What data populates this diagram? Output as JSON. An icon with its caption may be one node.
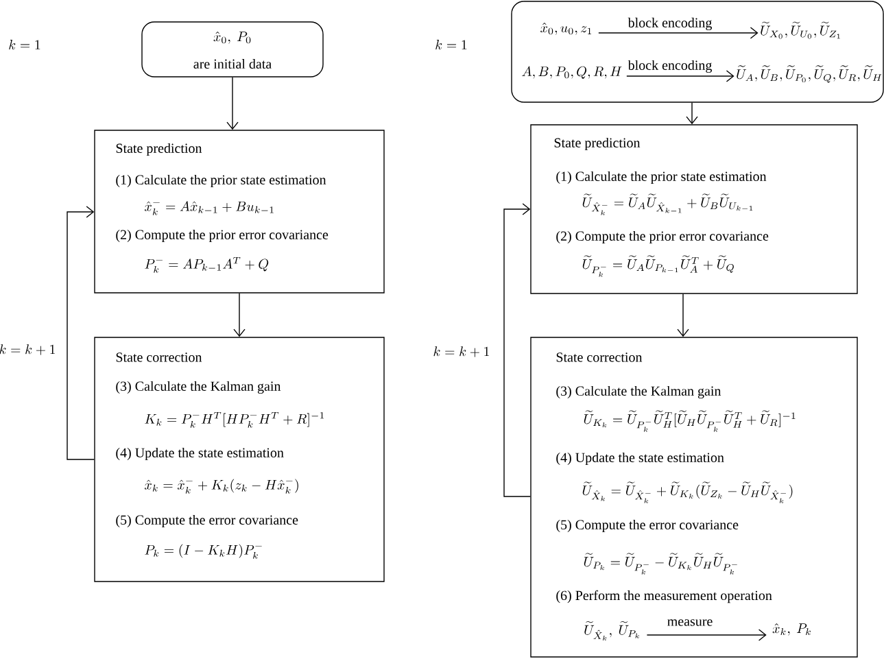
{
  "diagram": {
    "nodes": [
      {
        "text": [
          "\\hat{x}_0,\\ P_0",
          "are initial data"
        ]
      },
      {
        "text": [
          "State prediction",
          "(1) Calculate the prior state estimation",
          "\\hat{x}_k^- = A\\hat{x}_{k-1} + Bu_{k-1}",
          "(2) Compute the prior error covariance",
          "P_k^- = AP_{k-1}A^T + Q"
        ]
      },
      {
        "text": [
          "State correction",
          "(3) Calculate the Kalman gain",
          "K_k = P_k^- H^T[HP_k^- H^T + R]^{-1}",
          "(4) Update the state estimation",
          "\\hat{x}_k = \\hat{x}_k^- + K_k(z_k - H\\hat{x}_k^-)",
          "(5) Compute the error covariance",
          "P_k = (I - K_k H)P_k^-"
        ]
      },
      {
        "text": [],
        "shape": "box"
      },
      {
        "text": [
          "\\hat{x}_0, u_0, z_1"
        ],
        "in": 3
      },
      {
        "text": [
          "\\widetilde{U}_{X_0}, \\widetilde{U}_{U_0}, \\widetilde{U}_{Z_1}"
        ],
        "in": 3
      },
      {
        "text": [
          "A, B, P_0, Q, R, H"
        ],
        "in": 3
      },
      {
        "text": [
          "\\widetilde{U}_A, \\widetilde{U}_B, \\widetilde{U}_{P_0}, \\widetilde{U}_Q, \\widetilde{U}_R, \\widetilde{U}_H"
        ],
        "in": 3
      },
      {
        "text": [
          "State prediction",
          "(1) Calculate the prior state estimation",
          "\\widetilde{U}_{\\hat{X}_k^-} = \\widetilde{U}_A\\widetilde{U}_{\\hat{X}_{k-1}} + \\widetilde{U}_B\\widetilde{U}_{U_{k-1}}",
          "(2) Compute the prior error covariance",
          "\\widetilde{U}_{P_k^-} = \\widetilde{U}_A\\widetilde{U}_{P_{k-1}}\\widetilde{U}_A^T + \\widetilde{U}_Q"
        ]
      },
      {
        "text": [
          "State correction",
          "(3) Calculate the Kalman gain",
          "\\widetilde{U}_{K_k} = \\widetilde{U}_{P_k^-}\\widetilde{U}_H^T[\\widetilde{U}_H\\widetilde{U}_{P_k^-}\\widetilde{U}_H^T + \\widetilde{U}_R]^{-1}",
          "(4) Update the state estimation",
          "\\widetilde{U}_{\\hat{X}_k} = \\widetilde{U}_{\\hat{X}_k^-} + \\widetilde{U}_{K_k}(\\widetilde{U}_{Z_k} - \\widetilde{U}_H\\widetilde{U}_{\\hat{X}_k^-})",
          "(5) Compute the error covariance",
          "\\widetilde{U}_{P_k} = \\widetilde{U}_{P_k^-} - \\widetilde{U}_{K_k}\\widetilde{U}_H\\widetilde{U}_{P_k^-}",
          "(6) Perform the measurement operation"
        ]
      },
      {
        "text": [
          "\\widetilde{U}_{\\hat{X}_k},\\ \\widetilde{U}_{P_k}"
        ],
        "in": 9
      },
      {
        "text": [
          "\\hat{x}_k,\\ P_k"
        ],
        "in": 9
      }
    ],
    "edges": [
      {
        "from": 0,
        "to": 1,
        "arrow": "to"
      },
      {
        "from": 1,
        "to": 2,
        "arrow": "to"
      },
      {
        "from": 2,
        "to": 1,
        "arrow": "to",
        "label": "k = k + 1"
      },
      {
        "from": 3,
        "to": 8,
        "arrow": "to"
      },
      {
        "from": 8,
        "to": 9,
        "arrow": "to"
      },
      {
        "from": 9,
        "to": 8,
        "arrow": "to",
        "label": "k = k + 1"
      },
      {
        "from": 4,
        "to": 5,
        "arrow": "to",
        "label": "block encoding"
      },
      {
        "from": 6,
        "to": 7,
        "arrow": "to",
        "label": "block encoding"
      },
      {
        "from": 10,
        "to": 11,
        "arrow": "to",
        "label": "measure"
      }
    ],
    "labels": [
      "k = 1",
      "k = 1"
    ]
  }
}
